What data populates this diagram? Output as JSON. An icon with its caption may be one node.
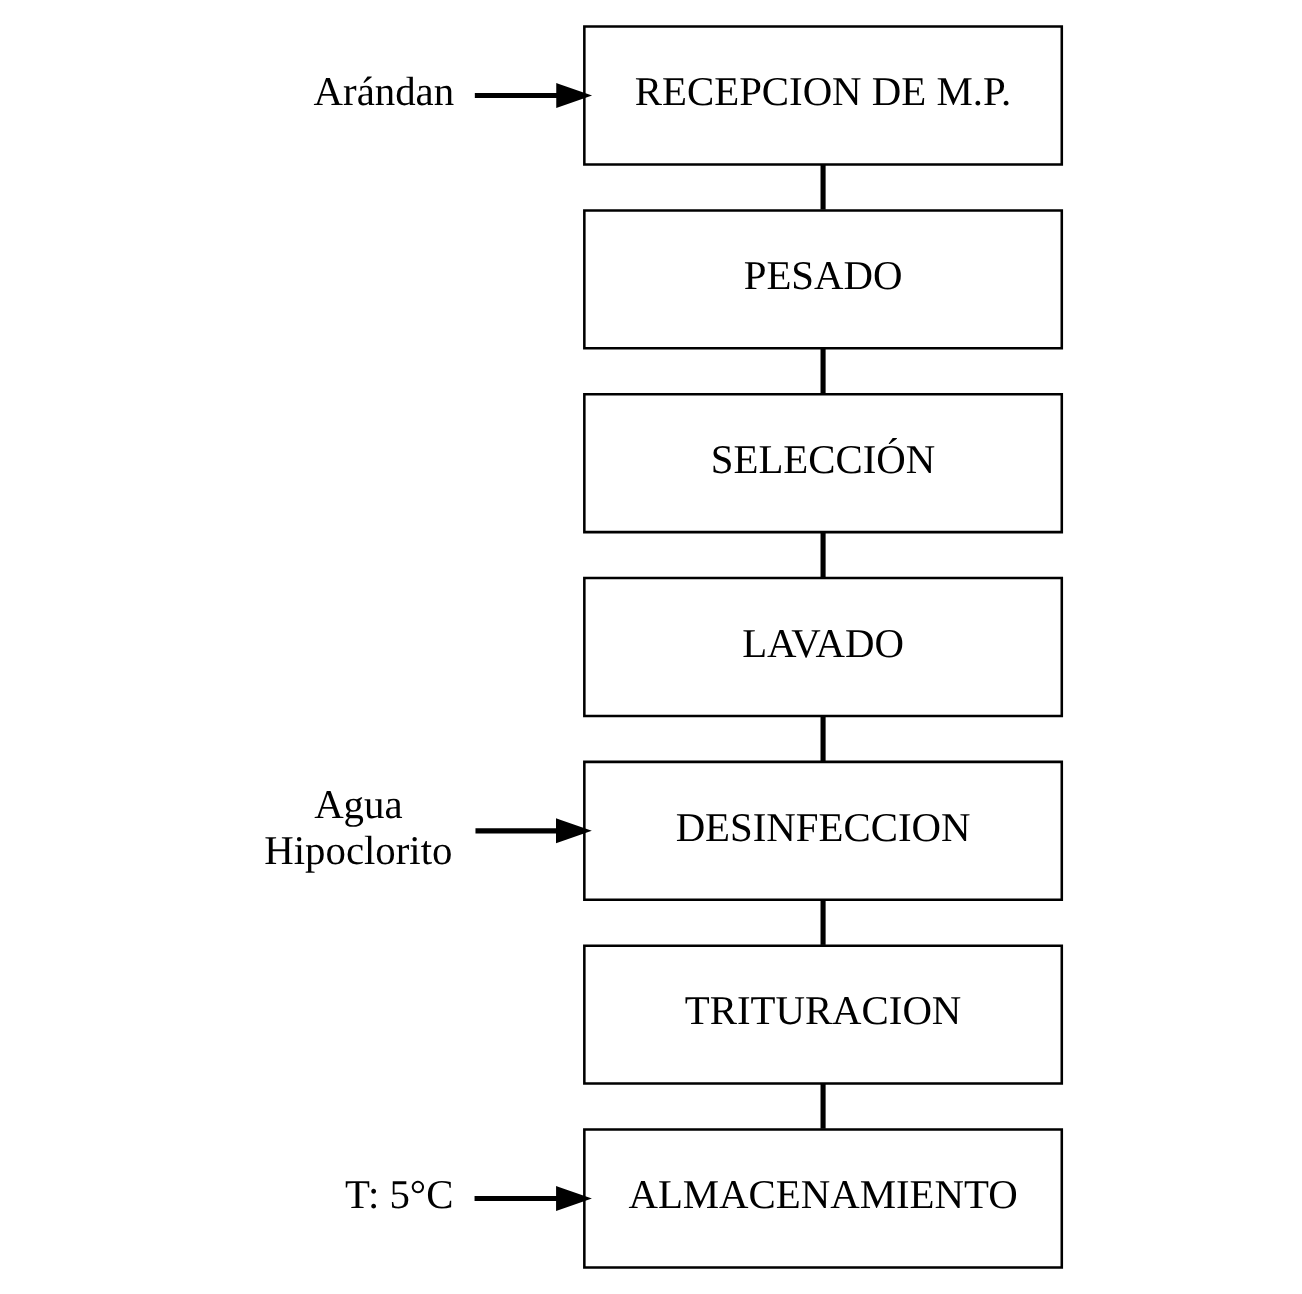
{
  "diagram": {
    "nodes": [
      {
        "text": [
          "Arándan"
        ]
      },
      {
        "text": [
          "RECEPCION DE M.P."
        ]
      },
      {
        "text": [
          "PESADO"
        ]
      },
      {
        "text": [
          "SELECCIÓN"
        ]
      },
      {
        "text": [
          "LAVADO"
        ]
      },
      {
        "text": [
          "DESINFECCION"
        ]
      },
      {
        "text": [
          "TRITURACION"
        ]
      },
      {
        "text": [
          "ALMACENAMIENTO"
        ]
      },
      {
        "text": [
          "Agua Hipoclorito"
        ]
      },
      {
        "text": [
          "T: 5°C"
        ]
      }
    ],
    "edges": [
      {
        "from": 0,
        "to": 1,
        "arrow": "to"
      },
      {
        "from": 1,
        "to": 2,
        "arrow": "none"
      },
      {
        "from": 2,
        "to": 3,
        "arrow": "none"
      },
      {
        "from": 3,
        "to": 4,
        "arrow": "none"
      },
      {
        "from": 4,
        "to": 5,
        "arrow": "none"
      },
      {
        "from": 5,
        "to": 6,
        "arrow": "none"
      },
      {
        "from": 6,
        "to": 7,
        "arrow": "none"
      },
      {
        "from": 8,
        "to": 5,
        "arrow": "to"
      },
      {
        "from": 9,
        "to": 7,
        "arrow": "to"
      }
    ]
  }
}
